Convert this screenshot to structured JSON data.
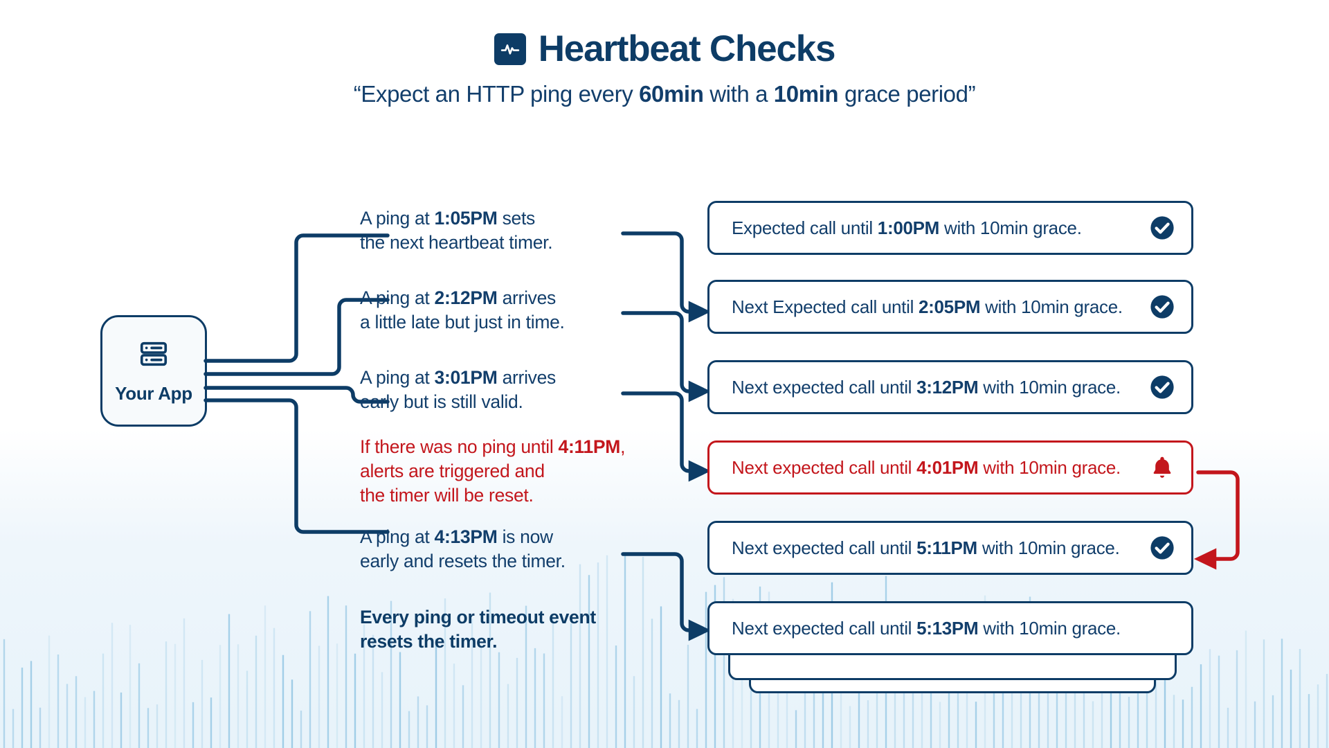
{
  "header": {
    "logo_icon": "heartbeat-pulse-icon",
    "title": "Heartbeat Checks",
    "subtitle_prefix": "“Expect an HTTP ping every ",
    "subtitle_bold_1": "60min",
    "subtitle_middle": " with a ",
    "subtitle_bold_2": "10min",
    "subtitle_suffix": " grace period”"
  },
  "app_node": {
    "icon": "server-icon",
    "label": "Your App"
  },
  "notes": [
    {
      "id": "note-1",
      "tone": "normal",
      "lines": [
        [
          {
            "t": "A ping at ",
            "b": false
          },
          {
            "t": "1:05PM",
            "b": true
          },
          {
            "t": " sets",
            "b": false
          }
        ],
        [
          {
            "t": "the next heartbeat timer.",
            "b": false
          }
        ]
      ]
    },
    {
      "id": "note-2",
      "tone": "normal",
      "lines": [
        [
          {
            "t": "A ping at ",
            "b": false
          },
          {
            "t": "2:12PM",
            "b": true
          },
          {
            "t": " arrives",
            "b": false
          }
        ],
        [
          {
            "t": "a little late but just in time.",
            "b": false
          }
        ]
      ]
    },
    {
      "id": "note-3",
      "tone": "normal",
      "lines": [
        [
          {
            "t": " A ping at ",
            "b": false
          },
          {
            "t": "3:01PM",
            "b": true
          },
          {
            "t": " arrives",
            "b": false
          }
        ],
        [
          {
            "t": " early but is still valid.",
            "b": false
          }
        ]
      ]
    },
    {
      "id": "note-4",
      "tone": "alert",
      "lines": [
        [
          {
            "t": "If there was no ping until ",
            "b": false
          },
          {
            "t": "4:11PM",
            "b": true
          },
          {
            "t": ",",
            "b": false
          }
        ],
        [
          {
            "t": "alerts are triggered and",
            "b": false
          }
        ],
        [
          {
            "t": "the timer will be reset.",
            "b": false
          }
        ]
      ]
    },
    {
      "id": "note-5",
      "tone": "normal",
      "lines": [
        [
          {
            "t": "A ping at ",
            "b": false
          },
          {
            "t": "4:13PM",
            "b": true
          },
          {
            "t": " is now",
            "b": false
          }
        ],
        [
          {
            "t": "early and resets the timer.",
            "b": false
          }
        ]
      ]
    },
    {
      "id": "note-6",
      "tone": "strong",
      "lines": [
        [
          {
            "t": "Every ping or timeout event",
            "b": true
          }
        ],
        [
          {
            "t": "resets the timer.",
            "b": true
          }
        ]
      ]
    }
  ],
  "cards": [
    {
      "id": "card-1",
      "state": "ok",
      "prefix": "Expected call until ",
      "time": "1:00PM",
      "suffix": " with 10min grace.",
      "badge_icon": "check-circle-icon"
    },
    {
      "id": "card-2",
      "state": "ok",
      "prefix": "Next Expected call until ",
      "time": "2:05PM",
      "suffix": " with 10min grace.",
      "badge_icon": "check-circle-icon"
    },
    {
      "id": "card-3",
      "state": "ok",
      "prefix": "Next expected call until ",
      "time": "3:12PM",
      "suffix": " with 10min grace.",
      "badge_icon": "check-circle-icon"
    },
    {
      "id": "card-4",
      "state": "alert",
      "prefix": "Next expected call until ",
      "time": "4:01PM",
      "suffix": " with 10min grace.",
      "badge_icon": "bell-alert-icon"
    },
    {
      "id": "card-5",
      "state": "ok",
      "prefix": "Next expected call until ",
      "time": "5:11PM",
      "suffix": " with 10min grace.",
      "badge_icon": "check-circle-icon"
    },
    {
      "id": "card-6",
      "state": "ok",
      "prefix": "Next expected call until ",
      "time": "5:13PM",
      "suffix": " with 10min grace.",
      "badge_icon": "none"
    }
  ],
  "colors": {
    "brand_blue": "#0d3c66",
    "text_blue": "#123e6b",
    "alert_red": "#c3161c",
    "card_bg": "#ffffff",
    "page_bg": "#ffffff",
    "wash_blue": "#e6f2fa"
  }
}
